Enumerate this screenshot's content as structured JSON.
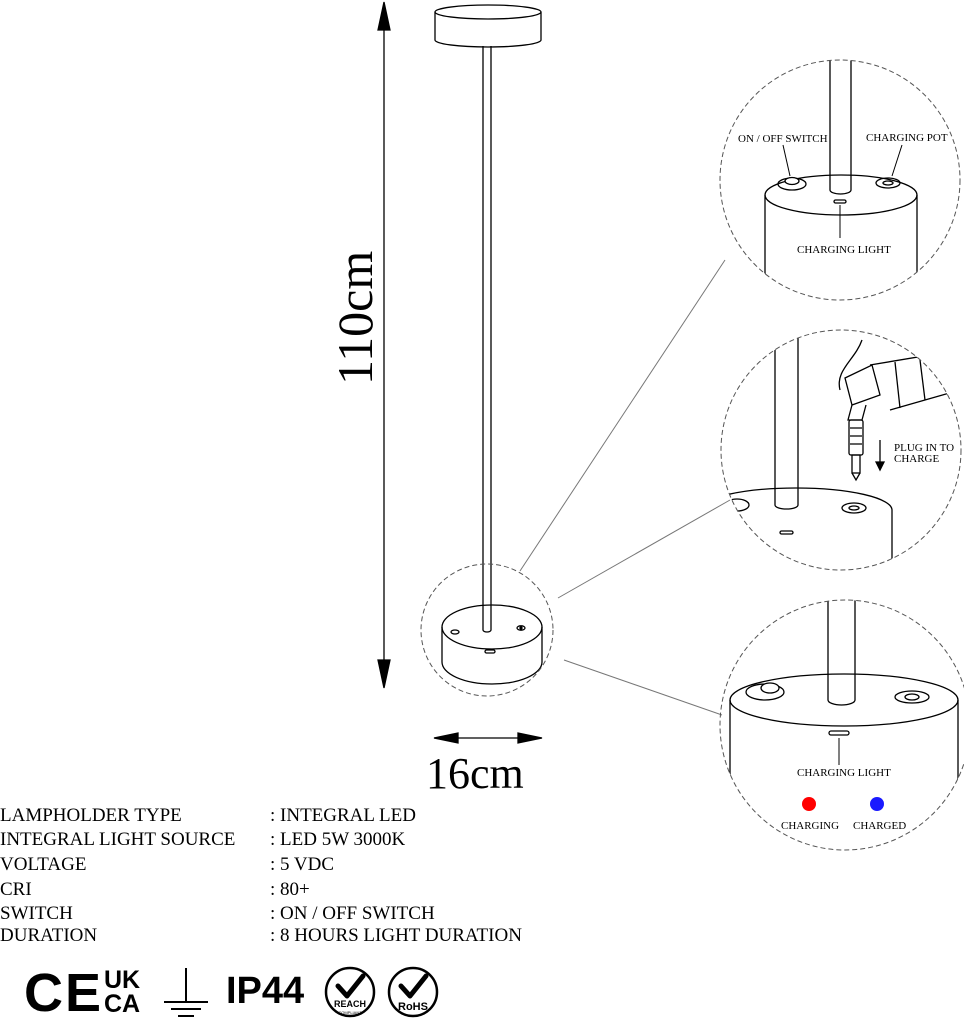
{
  "dimensions": {
    "height_label": "110cm",
    "width_label": "16cm"
  },
  "detail_top": {
    "switch_label": "ON / OFF SWITCH",
    "port_label": "CHARGING POT",
    "light_label": "CHARGING LIGHT"
  },
  "detail_middle": {
    "plug_label_line1": "PLUG IN TO",
    "plug_label_line2": "CHARGE"
  },
  "detail_bottom": {
    "light_label": "CHARGING LIGHT",
    "charging_label": "CHARGING",
    "charged_label": "CHARGED",
    "charging_color": "#ff0000",
    "charged_color": "#1a1aff"
  },
  "specs": [
    {
      "key": "LAMPHOLDER TYPE",
      "value": ": INTEGRAL LED"
    },
    {
      "key": "INTEGRAL LIGHT SOURCE",
      "value": ": LED 5W 3000K"
    },
    {
      "key": "VOLTAGE",
      "value": ": 5 VDC"
    },
    {
      "key": "CRI",
      "value": ": 80+"
    },
    {
      "key": "SWITCH",
      "value": ": ON / OFF SWITCH"
    },
    {
      "key": "DURATION",
      "value": ": 8 HOURS LIGHT DURATION"
    }
  ],
  "certifications": {
    "ce": "CE",
    "ukca_line1": "UK",
    "ukca_line2": "CA",
    "ip": "IP44",
    "reach": "REACH",
    "reach_sub": "COMPLIANT",
    "rohs": "RoHS",
    "icons": [
      "ce-mark-icon",
      "ukca-mark-icon",
      "ground-icon",
      "reach-check-icon",
      "rohs-check-icon"
    ]
  }
}
